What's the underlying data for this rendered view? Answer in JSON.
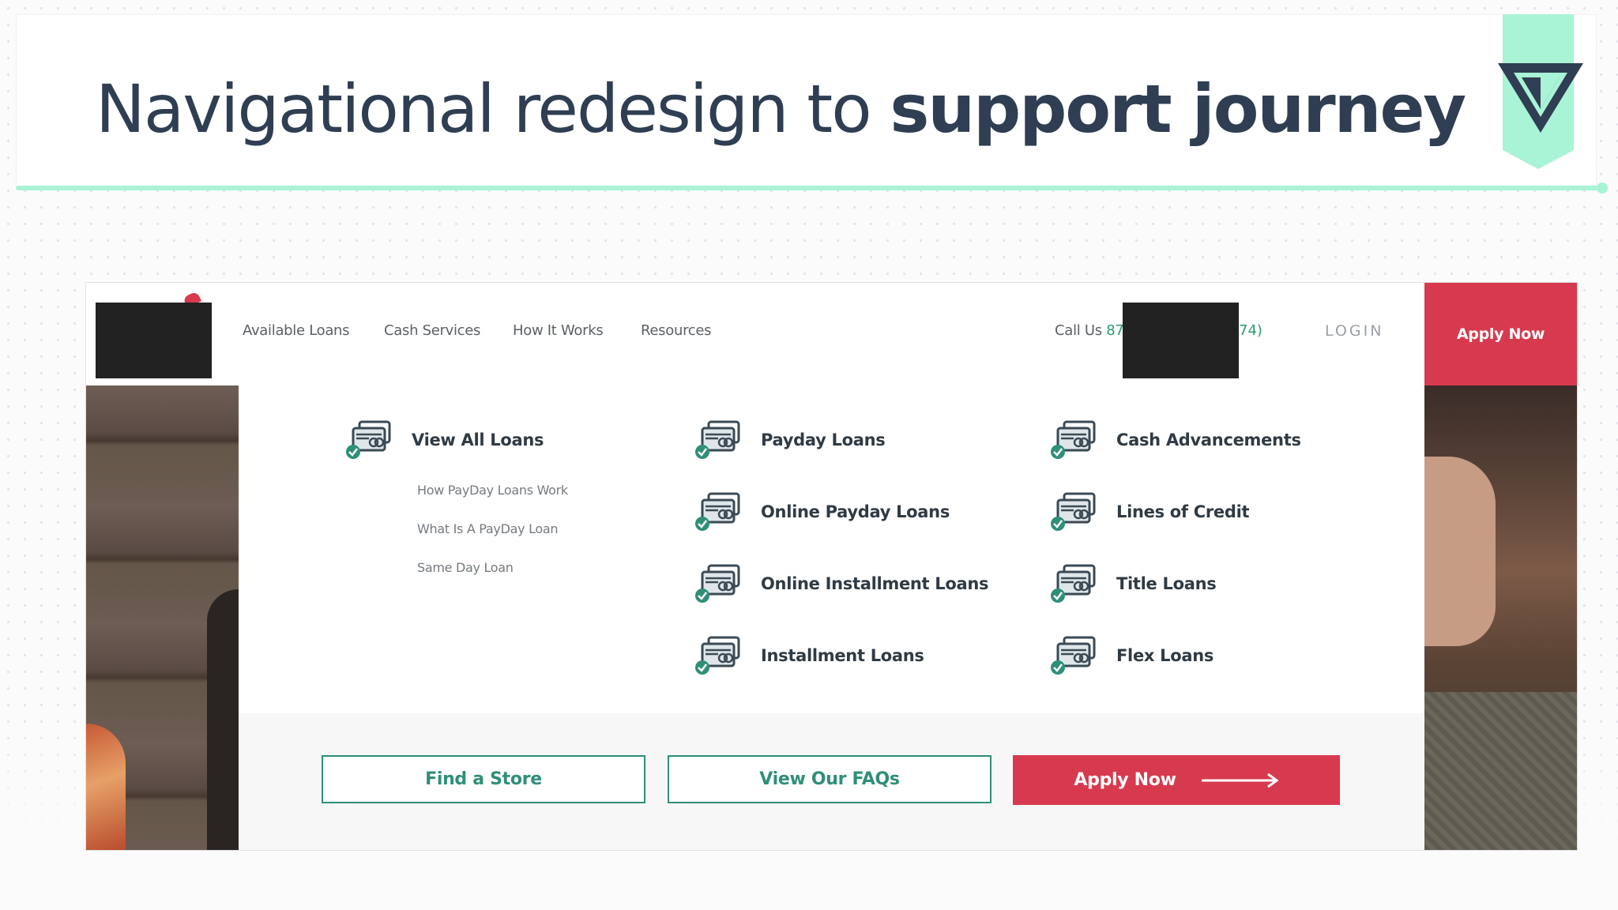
{
  "slide": {
    "title_regular": "Navigational redesign to ",
    "title_bold": "support journey",
    "accent_color": "#a9f3d6",
    "logo_icon": "triangle-logo-icon"
  },
  "nav": {
    "links": [
      "Available Loans",
      "Cash Services",
      "How It Works",
      "Resources"
    ],
    "call_us_label": "Call Us ",
    "call_number_visible_start": "87",
    "call_number_visible_end": "74)",
    "login_label": "LOGIN",
    "apply_label": "Apply Now",
    "brand_color": "#d73a4e"
  },
  "menu": {
    "columns": [
      {
        "items": [
          "View All Loans"
        ],
        "sublinks": [
          "How PayDay Loans Work",
          "What Is A PayDay Loan",
          "Same Day Loan"
        ]
      },
      {
        "items": [
          "Payday Loans",
          "Online Payday Loans",
          "Online Installment Loans",
          "Installment Loans"
        ]
      },
      {
        "items": [
          "Cash Advancements",
          "Lines of Credit",
          "Title Loans",
          "Flex Loans"
        ]
      }
    ],
    "item_icon": "loan-card-icon"
  },
  "actions": {
    "find_store": "Find a Store",
    "view_faqs": "View Our FAQs",
    "apply_now": "Apply Now",
    "outline_color": "#2f8f78"
  }
}
